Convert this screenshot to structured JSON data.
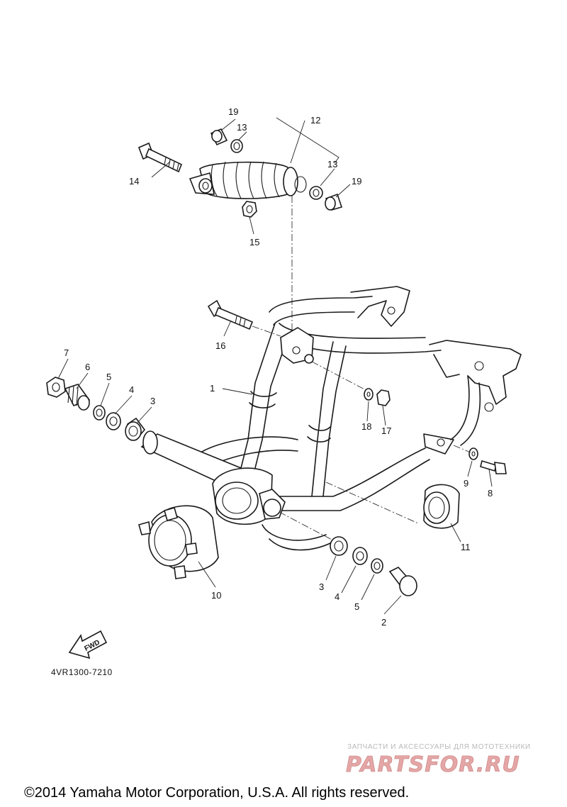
{
  "diagram": {
    "part_numbers": [
      "19",
      "13",
      "12",
      "13",
      "19",
      "14",
      "15",
      "16",
      "7",
      "6",
      "5",
      "4",
      "3",
      "1",
      "18",
      "17",
      "9",
      "8",
      "11",
      "10",
      "3",
      "4",
      "5",
      "2"
    ],
    "fwd_label": "FWD",
    "diagram_code": "4VR1300-7210"
  },
  "watermark": {
    "tagline": "ЗАПЧАСТИ И АКСЕССУАРЫ ДЛЯ МОТОТЕХНИКИ",
    "brand": "PARTSFOR.RU"
  },
  "footer": {
    "copyright": "©2014 Yamaha Motor Corporation, U.S.A. All rights reserved."
  }
}
